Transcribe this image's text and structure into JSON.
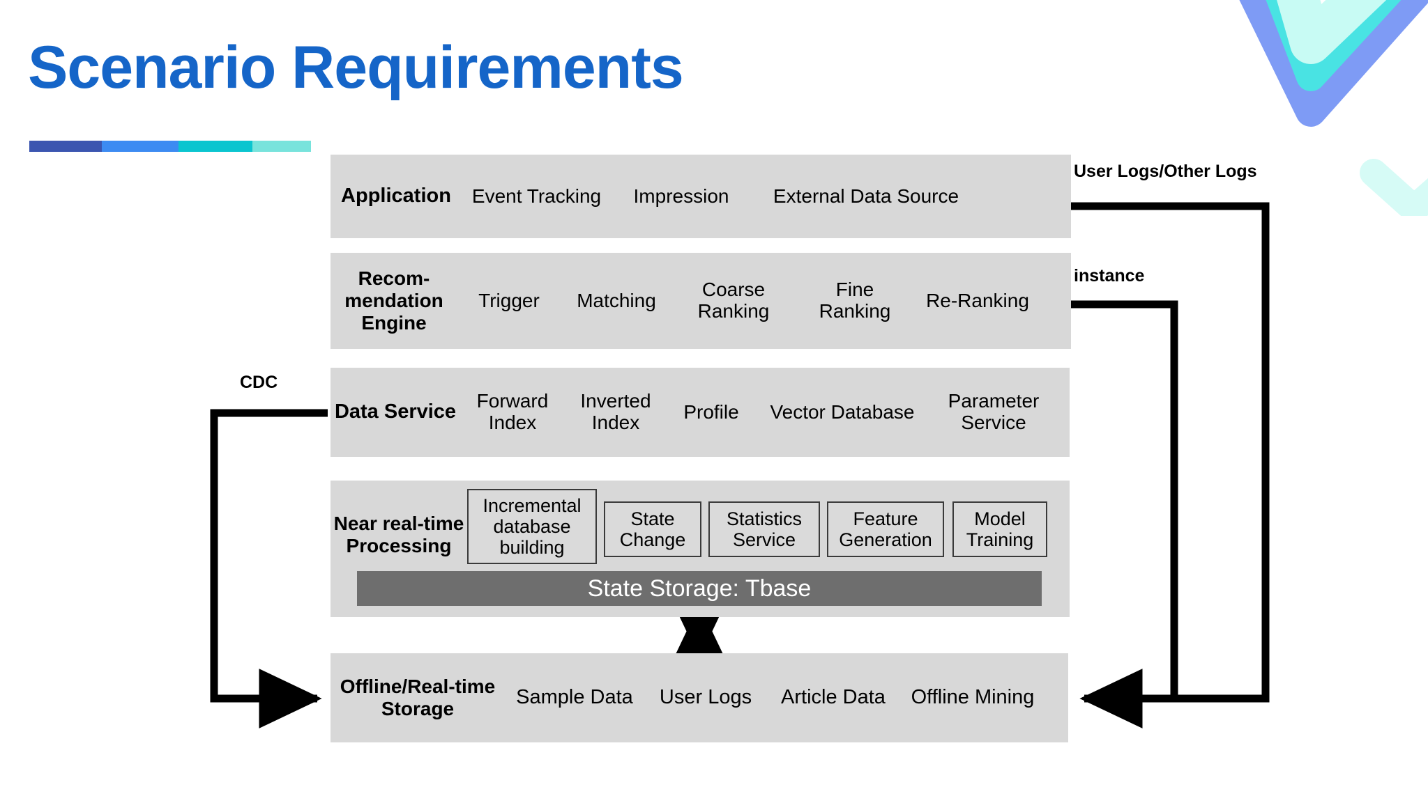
{
  "slide": {
    "title": "Scenario Requirements",
    "accent_colors": [
      "#3B55B0",
      "#3D8BF2",
      "#0BC5CF",
      "#78E3DC"
    ],
    "deco_colors": [
      "#7E9BF5",
      "#49E3E3",
      "#C8FBF4"
    ],
    "row_fill": "#d8d8d8",
    "state_bar_fill": "#6e6e6e",
    "title_color": "#1565C8"
  },
  "diagram": {
    "rows": [
      {
        "id": "application",
        "label": "Application",
        "cells": [
          "Event Tracking",
          "Impression",
          "External Data Source"
        ]
      },
      {
        "id": "recommendation-engine",
        "label": "Recom-\nmendation\nEngine",
        "label_lines": [
          "Recom-",
          "mendation",
          "Engine"
        ],
        "cells": [
          "Trigger",
          "Matching",
          "Coarse\nRanking",
          "Fine\nRanking",
          "Re-Ranking"
        ]
      },
      {
        "id": "data-service",
        "label": "Data Service",
        "cells": [
          "Forward\nIndex",
          "Inverted\nIndex",
          "Profile",
          "Vector Database",
          "Parameter\nService"
        ]
      },
      {
        "id": "near-real-time-processing",
        "label": "Near real-time\nProcessing",
        "label_lines": [
          "Near real-time",
          "Processing"
        ],
        "boxes": [
          "Incremental\ndatabase\nbuilding",
          "State\nChange",
          "Statistics\nService",
          "Feature\nGeneration",
          "Model\nTraining"
        ],
        "state_storage": "State Storage: Tbase"
      },
      {
        "id": "offline-realtime-storage",
        "label": "Offline/Real-time\nStorage",
        "label_lines": [
          "Offline/Real-time",
          "Storage"
        ],
        "cells": [
          "Sample Data",
          "User Logs",
          "Article Data",
          "Offline Mining"
        ]
      }
    ],
    "flow_labels": {
      "cdc": "CDC",
      "user_logs": "User Logs/Other Logs",
      "instance": "instance"
    }
  }
}
